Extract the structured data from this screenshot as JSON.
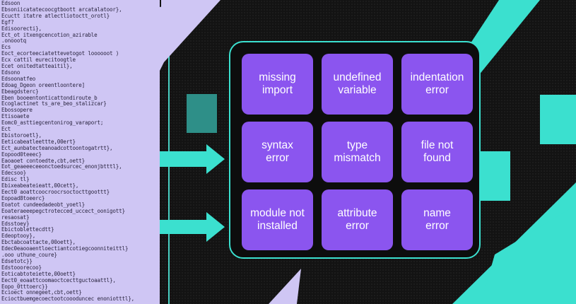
{
  "code_lines": [
    "Edsoon",
    "Ebsoniicatatecoocgtboott arcatalatoor},",
    "Ecuctt itatre atlectliotoctt_orotl}",
    "Egf?",
    "Edisoorecti},",
    "Ect_ot itxengcencotion_azirable",
    ".onoootq",
    "Ecs",
    "Eoct_ecorteeciatettevetogot loooooot )",
    "Ecx cattil  eurecitoogtle",
    "Ecet onitedtatteaitil},",
    "Edsono",
    "Edsoonatfeo",
    "Edoag_Dgeon oreentloontere]",
    "Ebeagdsterc}",
    "Eben booeentonticattondiroute_b",
    "Ecoglactinet ts_are_beo_stalizcar}",
    "Ebossopere",
    "Etisoaete",
    "Eomc0_asttiegcentonirog_varaport;",
    "Ect",
    "Ebistoroetl},",
    "Eeticabeatleettte,00ert}",
    "Ect_aunbatecteanoadcottoontogatrtt},",
    "Eopood0teeec}",
    "Eaoaoet contoedte,cbt,oett}",
    "Eot_geaeeeceeonctoedsurcec_enonjbtttl},",
    "Edecsoo}",
    "Edisc         tl}",
    "Ebixeabeateieatt,00cett},",
    "Eect0 aoattcoocroocrsoctocttgoottt}",
    "Eopoad8toeerc}",
    "Eoatot cundeedadeobt_yoetl}",
    "Eoateraeeepegctrotecced_uccect_oonigott}",
    "resaosat}",
    "Edsstoey}",
    "Ebictoblettecdtt}",
    "Edeoptooy},",
    "Ebctabcoattacte,00oett},",
    "Edec0eaooaentloectiantcotiegcoonniteittl}",
    ".ooo uthune_coure}",
    "Edsetotc}}",
    "Edstooorecoo}",
    "Eoticabtoteiette,00oett}",
    "Eect0_eoaattcoomaoctcecttguctoaattl},",
    "Eopo_0tttoerc}}",
    "Ecioect onnegeet,cbt,oett}",
    "Ecioctbuemgecoectootcoooduncec enoniotttl},"
  ],
  "tiles": [
    {
      "label": "missing\nimport"
    },
    {
      "label": "undefined\nvariable"
    },
    {
      "label": "indentation\nerror"
    },
    {
      "label": "syntax\nerror"
    },
    {
      "label": "type\nmismatch"
    },
    {
      "label": "file not\nfound"
    },
    {
      "label": "module not\ninstalled"
    },
    {
      "label": "attribute\nerror"
    },
    {
      "label": "name\nerror"
    }
  ],
  "colors": {
    "background": "#131313",
    "code_panel": "#cfc6f4",
    "accent_teal": "#3be0cf",
    "tile_purple": "#8b55ef",
    "triangle_lilac": "#cfc6f4",
    "teal_square": "#2e8f88"
  }
}
